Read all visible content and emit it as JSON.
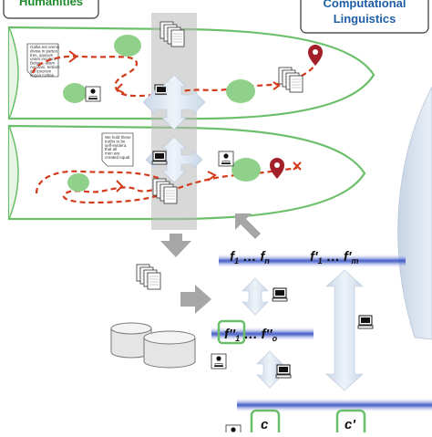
{
  "labels": {
    "humanities": "Humanities",
    "computational_line1": "Computational",
    "computational_line2": "Linguistics"
  },
  "notes": {
    "latin": [
      "Gallia est omnis",
      "divisa in partes",
      "tres, quarum",
      "unam incolunt",
      "Belgae, aliam",
      "Aquitani, tertiam",
      "qui ipsorum",
      "lingua Celtae"
    ],
    "english": [
      "We hold these",
      "truths to be",
      "self-evident,",
      "that all",
      "men are",
      "created equal"
    ]
  },
  "features": {
    "f1_base": "f",
    "f1_sub": "1",
    "dots1": " … ",
    "fn_base": "f",
    "fn_sub": "n",
    "fp1_base": "f'",
    "fp1_sub": "1",
    "dots2": " … ",
    "fpm_base": "f'",
    "fpm_sub": "m",
    "fpp1_base": "f''",
    "fpp1_sub": "1",
    "dots3": " … ",
    "fppo_base": "f''",
    "fppo_sub": "o",
    "c": "c",
    "c_prime": "c'"
  },
  "colors": {
    "green": "#6cbf6a",
    "green_fill": "#8fd18a",
    "red": "#d23a1a",
    "marker": "#a3202a",
    "blue_bar": "#3a54c4",
    "arrow_fill": "#dfe8f3",
    "gray": "#9a9a9a",
    "title_blue": "#1f5fa8"
  }
}
